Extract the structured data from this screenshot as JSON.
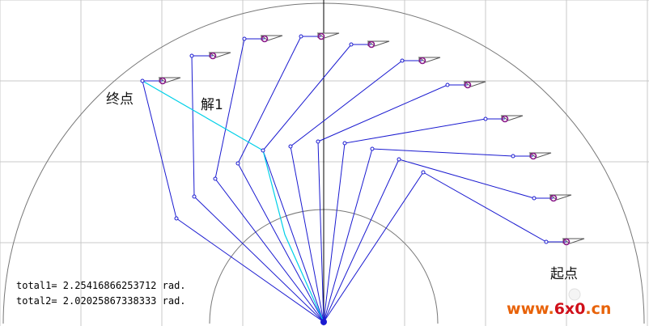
{
  "labels": {
    "end": "终点",
    "solution": "解1",
    "start": "起点"
  },
  "readouts": {
    "total1": "total1= 2.25416866253712 rad.",
    "total2": "total2= 2.02025867338333 rad."
  },
  "watermark": {
    "text": "www.6x0.cn",
    "colors": {
      "main": "#e8630a",
      "accent": "#d0101a"
    }
  },
  "colors": {
    "arm": "#1a1ad0",
    "highlight": "#00d0e8",
    "grid": "#c8c8c8",
    "arc": "#777777",
    "axis": "#000000",
    "target_ring": "#8a1a8a"
  }
}
